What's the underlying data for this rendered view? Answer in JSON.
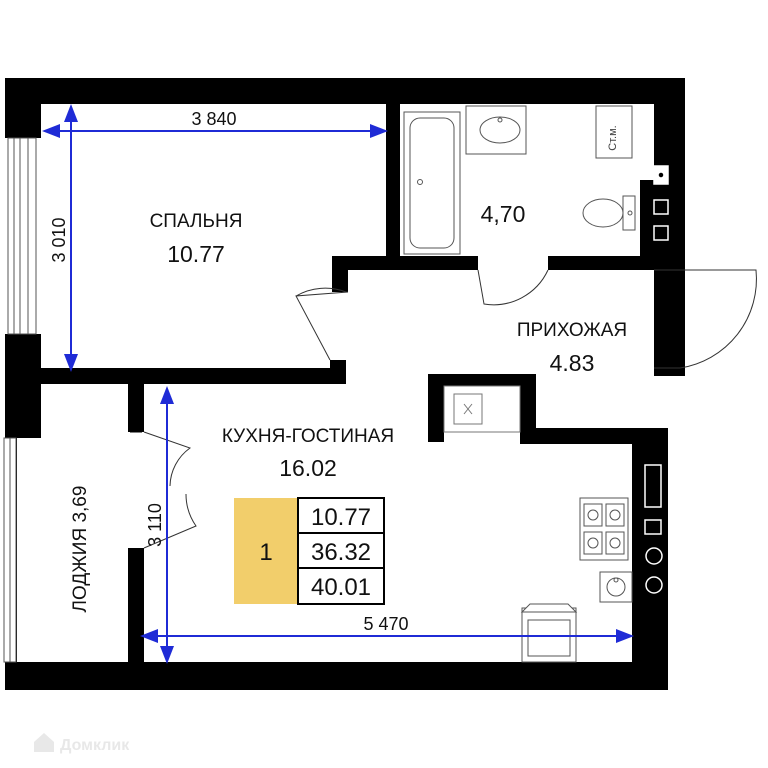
{
  "rooms": {
    "bedroom": {
      "name": "СПАЛЬНЯ",
      "area": "10.77"
    },
    "bathroom": {
      "area": "4,70"
    },
    "hallway": {
      "name": "ПРИХОЖАЯ",
      "area": "4.83"
    },
    "kitchen_living": {
      "name": "КУХНЯ-ГОСТИНАЯ",
      "area": "16.02"
    },
    "loggia": {
      "label": "ЛОДЖИЯ 3,69"
    }
  },
  "dimensions": {
    "bedroom_width": "3 840",
    "bedroom_height": "3 010",
    "kitchen_height": "3 110",
    "kitchen_width": "5 470"
  },
  "fixtures": {
    "washer_label": "Ст.м."
  },
  "summary": {
    "room_count": "1",
    "living_area": "10.77",
    "total_area": "36.32",
    "total_with_loggia": "40.01",
    "accent_color": "#f2ce6b"
  },
  "watermark": "Домклик",
  "colors": {
    "wall": "#000000",
    "dimension": "#1f2bd6",
    "plumbing": "#555555"
  }
}
